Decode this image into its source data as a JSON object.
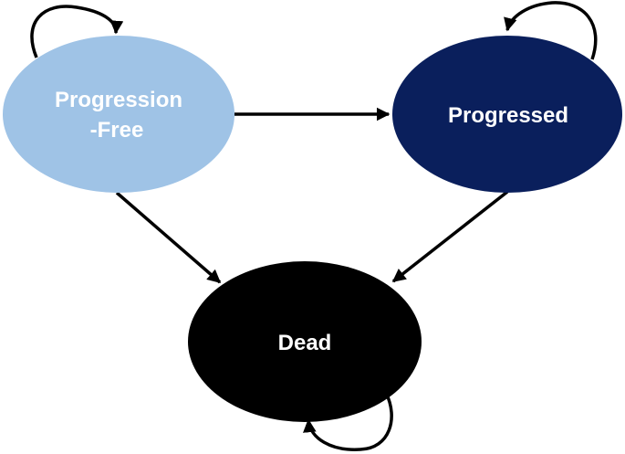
{
  "diagram": {
    "type": "state-transition",
    "states": [
      {
        "id": "progression_free",
        "label_lines": [
          "Progression",
          "-Free"
        ],
        "fill": "#9fc3e6",
        "text_color": "#ffffff"
      },
      {
        "id": "progressed",
        "label_lines": [
          "Progressed"
        ],
        "fill": "#0a1f5c",
        "text_color": "#ffffff"
      },
      {
        "id": "dead",
        "label_lines": [
          "Dead"
        ],
        "fill": "#000000",
        "text_color": "#ffffff"
      }
    ],
    "transitions": [
      {
        "from": "progression_free",
        "to": "progression_free"
      },
      {
        "from": "progression_free",
        "to": "progressed"
      },
      {
        "from": "progression_free",
        "to": "dead"
      },
      {
        "from": "progressed",
        "to": "progressed"
      },
      {
        "from": "progressed",
        "to": "dead"
      },
      {
        "from": "dead",
        "to": "dead"
      }
    ],
    "edge_color": "#000000"
  }
}
